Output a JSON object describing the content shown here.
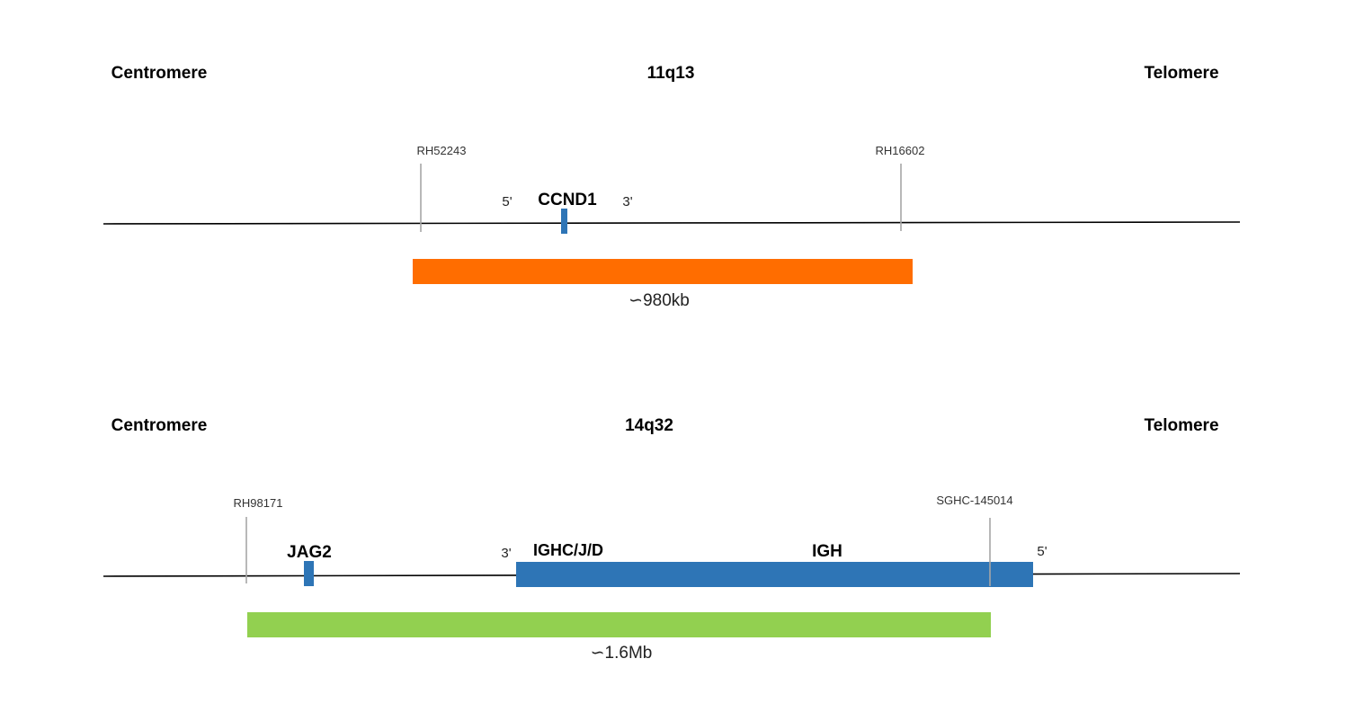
{
  "panel_11q13": {
    "left_label": "Centromere",
    "title": "11q13",
    "right_label": "Telomere",
    "marker_left": "RH52243",
    "marker_right": "RH16602",
    "gene_label": "CCND1",
    "gene_5prime": "5'",
    "gene_3prime": "3'",
    "probe_size": "∽980kb",
    "probe_color": "#ff6d00",
    "gene_color": "#2e75b6"
  },
  "panel_14q32": {
    "left_label": "Centromere",
    "title": "14q32",
    "right_label": "Telomere",
    "marker_left": "RH98171",
    "marker_right": "SGHC-145014",
    "gene_jag2_label": "JAG2",
    "igh_3prime": "3'",
    "ighc_label": "IGHC/J/D",
    "igh_label": "IGH",
    "igh_5prime": "5'",
    "probe_size": "∽1.6Mb",
    "probe_color": "#92d050",
    "gene_color": "#2e75b6"
  }
}
